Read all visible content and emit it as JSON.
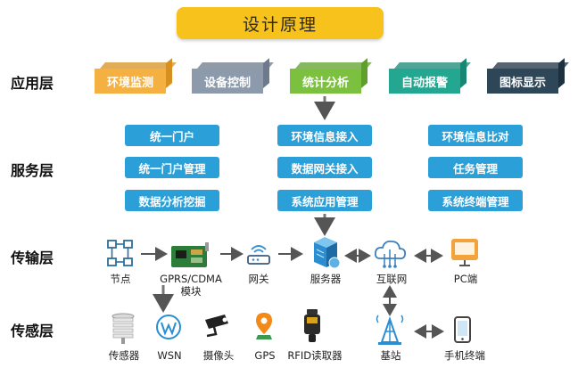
{
  "title": "设计原理",
  "layers": {
    "application": "应用层",
    "service": "服务层",
    "transport": "传输层",
    "sensing": "传感层"
  },
  "app_modules": [
    {
      "label": "环境监测",
      "color": "#f4b142",
      "side": "#d79020"
    },
    {
      "label": "设备控制",
      "color": "#8c9aab",
      "side": "#6c7a8b"
    },
    {
      "label": "统计分析",
      "color": "#7cc03f",
      "side": "#5ea02a"
    },
    {
      "label": "自动报警",
      "color": "#23a791",
      "side": "#178774"
    },
    {
      "label": "图标显示",
      "color": "#2e4758",
      "side": "#1c3040"
    }
  ],
  "services": {
    "left": [
      "统一门户",
      "统一门户管理",
      "数据分析挖掘"
    ],
    "center": [
      "环境信息接入",
      "数据网关接入",
      "系统应用管理"
    ],
    "right": [
      "环境信息比对",
      "任务管理",
      "系统终端管理"
    ]
  },
  "transport_nodes": {
    "node": "节点",
    "gprs_line1": "GPRS/CDMA",
    "gprs_line2": "模块",
    "gateway": "网关",
    "server": "服务器",
    "internet": "互联网",
    "pc": "PC端"
  },
  "sensing_nodes": {
    "sensor": "传感器",
    "wsn": "WSN",
    "camera": "摄像头",
    "gps": "GPS",
    "rfid": "RFID读取器",
    "base_station": "基站",
    "mobile": "手机终端"
  },
  "colors": {
    "service_blue": "#2b9fd8",
    "title_yellow": "#f6c21b",
    "arrow_gray": "#555555"
  }
}
